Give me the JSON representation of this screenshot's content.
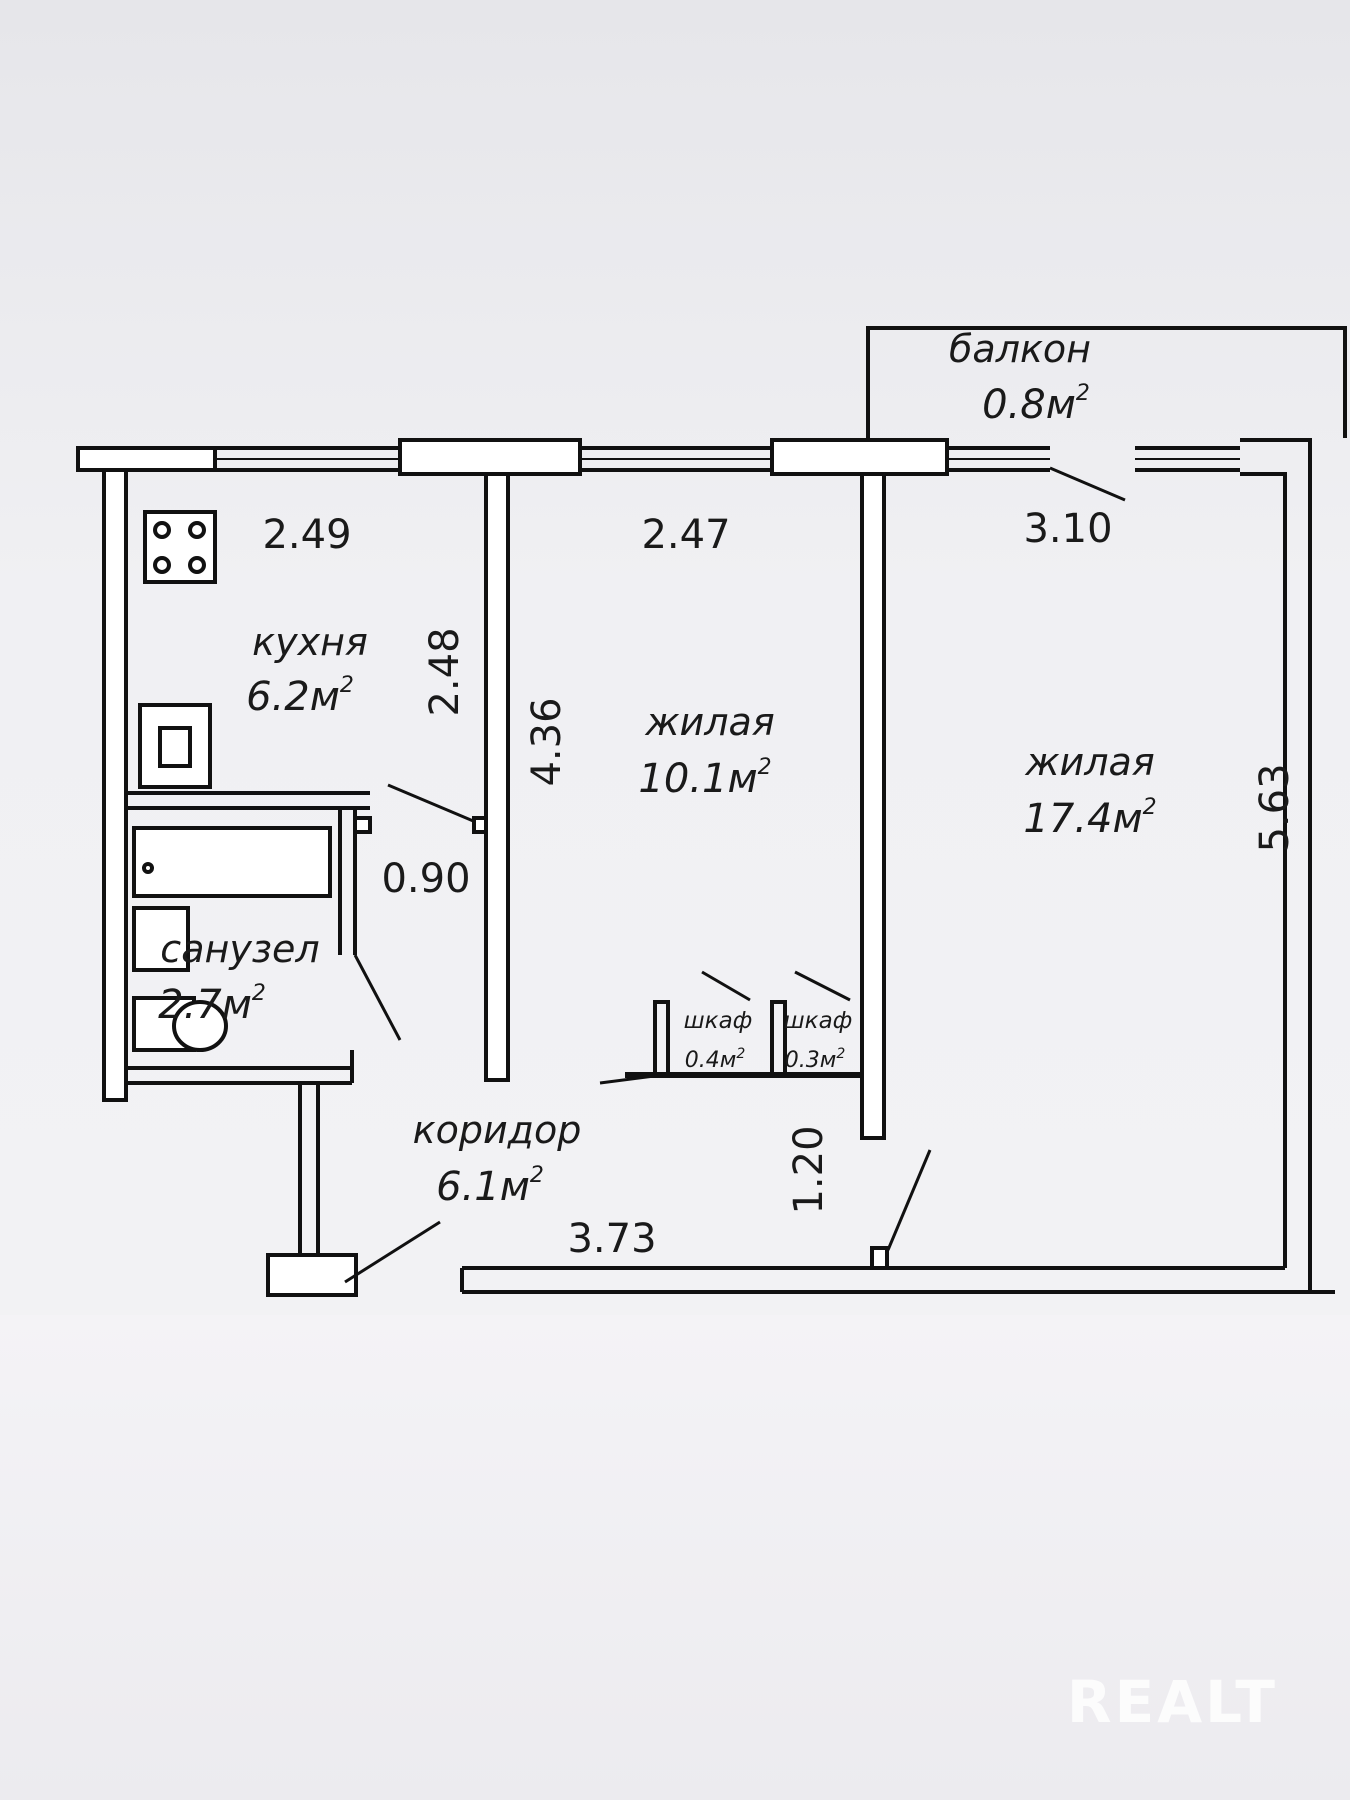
{
  "rooms": {
    "kitchen": {
      "name": "кухня",
      "area": "6.2м",
      "unit_sup": "2"
    },
    "living_small": {
      "name": "жилая",
      "area": "10.1м",
      "unit_sup": "2"
    },
    "living_large": {
      "name": "жилая",
      "area": "17.4м",
      "unit_sup": "2"
    },
    "bathroom": {
      "name": "санузел",
      "area": "2.7м",
      "unit_sup": "2"
    },
    "corridor": {
      "name": "коридор",
      "area": "6.1м",
      "unit_sup": "2"
    },
    "balcony": {
      "name": "балкон",
      "area": "0.8м",
      "unit_sup": "2"
    },
    "closet_1": {
      "name": "шкаф",
      "area": "0.4м",
      "unit_sup": "2"
    },
    "closet_2": {
      "name": "шкаф",
      "area": "0.3м",
      "unit_sup": "2"
    }
  },
  "dimensions": {
    "kitchen_width": "2.49",
    "kitchen_depth": "2.48",
    "living_small_width": "2.47",
    "living_small_depth": "4.36",
    "living_large_width": "3.10",
    "living_large_depth": "5.63",
    "bathroom_width": "0.90",
    "corridor_opening": "1.20",
    "corridor_length": "3.73"
  },
  "watermark": "REALT"
}
